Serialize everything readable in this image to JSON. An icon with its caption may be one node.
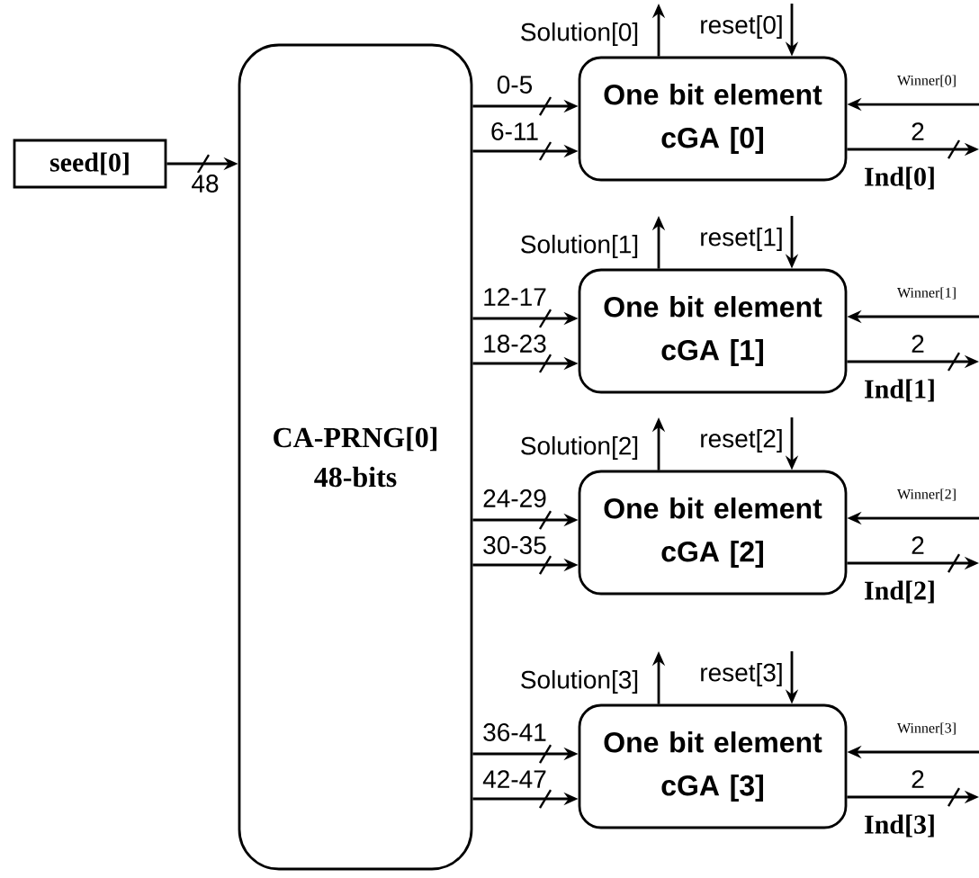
{
  "diagram": {
    "nodes": [
      {
        "text": [
          "seed[0]"
        ]
      },
      {
        "text": [
          "CA-PRNG[0]",
          "48-bits"
        ]
      },
      {
        "text": [
          "One bit element cGA [0]"
        ]
      },
      {
        "text": [
          "One bit element cGA [1]"
        ]
      },
      {
        "text": [
          "One bit element cGA [2]"
        ]
      },
      {
        "text": [
          "One bit element cGA [3]"
        ]
      }
    ],
    "edges": [
      {
        "from": 0,
        "to": 1,
        "arrow": "to",
        "label": "48"
      },
      {
        "from": 1,
        "to": 2,
        "arrow": "to",
        "label": "0-5"
      },
      {
        "from": 1,
        "to": 2,
        "arrow": "to",
        "label": "6-11"
      },
      {
        "from": 2,
        "to": null,
        "arrow": "to",
        "label": "Solution[0]"
      },
      {
        "from": null,
        "to": 2,
        "arrow": "to",
        "label": "reset[0]"
      },
      {
        "from": null,
        "to": 2,
        "arrow": "to",
        "label": "Winner[0]"
      },
      {
        "from": 2,
        "to": null,
        "arrow": "to",
        "label": "2"
      },
      {
        "from": 1,
        "to": 3,
        "arrow": "to",
        "label": "12-17"
      },
      {
        "from": 1,
        "to": 3,
        "arrow": "to",
        "label": "18-23"
      },
      {
        "from": 3,
        "to": null,
        "arrow": "to",
        "label": "Solution[1]"
      },
      {
        "from": null,
        "to": 3,
        "arrow": "to",
        "label": "reset[1]"
      },
      {
        "from": null,
        "to": 3,
        "arrow": "to",
        "label": "Winner[1]"
      },
      {
        "from": 3,
        "to": null,
        "arrow": "to",
        "label": "2"
      },
      {
        "from": 1,
        "to": 4,
        "arrow": "to",
        "label": "24-29"
      },
      {
        "from": 1,
        "to": 4,
        "arrow": "to",
        "label": "30-35"
      },
      {
        "from": 4,
        "to": null,
        "arrow": "to",
        "label": "Solution[2]"
      },
      {
        "from": null,
        "to": 4,
        "arrow": "to",
        "label": "reset[2]"
      },
      {
        "from": null,
        "to": 4,
        "arrow": "to",
        "label": "Winner[2]"
      },
      {
        "from": 4,
        "to": null,
        "arrow": "to",
        "label": "2"
      },
      {
        "from": 1,
        "to": 5,
        "arrow": "to",
        "label": "36-41"
      },
      {
        "from": 1,
        "to": 5,
        "arrow": "to",
        "label": "42-47"
      },
      {
        "from": 5,
        "to": null,
        "arrow": "to",
        "label": "Solution[3]"
      },
      {
        "from": null,
        "to": 5,
        "arrow": "to",
        "label": "reset[3]"
      },
      {
        "from": null,
        "to": 5,
        "arrow": "to",
        "label": "Winner[3]"
      },
      {
        "from": 5,
        "to": null,
        "arrow": "to",
        "label": "2"
      }
    ],
    "labels": [
      "Ind[0]",
      "Ind[1]",
      "Ind[2]",
      "Ind[3]"
    ]
  }
}
